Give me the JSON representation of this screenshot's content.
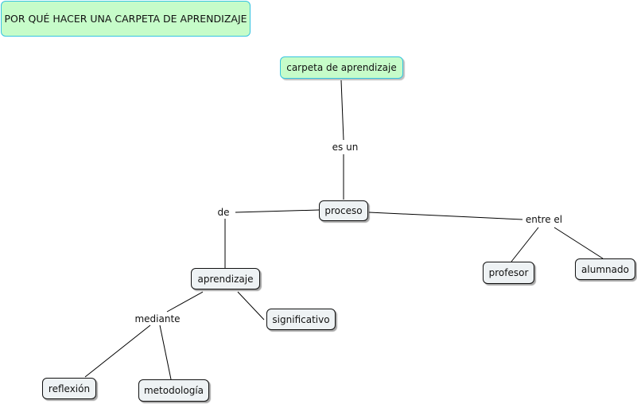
{
  "map": {
    "title": "POR QUÉ HACER UNA CARPETA DE APRENDIZAJE",
    "concepts": {
      "carpeta": "carpeta de aprendizaje",
      "proceso": "proceso",
      "aprendizaje": "aprendizaje",
      "significativo": "significativo",
      "reflexion": "reflexión",
      "metodologia": "metodología",
      "profesor": "profesor",
      "alumnado": "alumnado"
    },
    "linking_phrases": {
      "es_un": "es un",
      "de": "de",
      "entre_el": "entre el",
      "mediante": "mediante"
    }
  },
  "colors": {
    "title_fill": "#c6fcc9",
    "title_border": "#36c4e0",
    "concept_fill": "#eef2f4",
    "concept_border": "#111111",
    "line": "#000000"
  }
}
